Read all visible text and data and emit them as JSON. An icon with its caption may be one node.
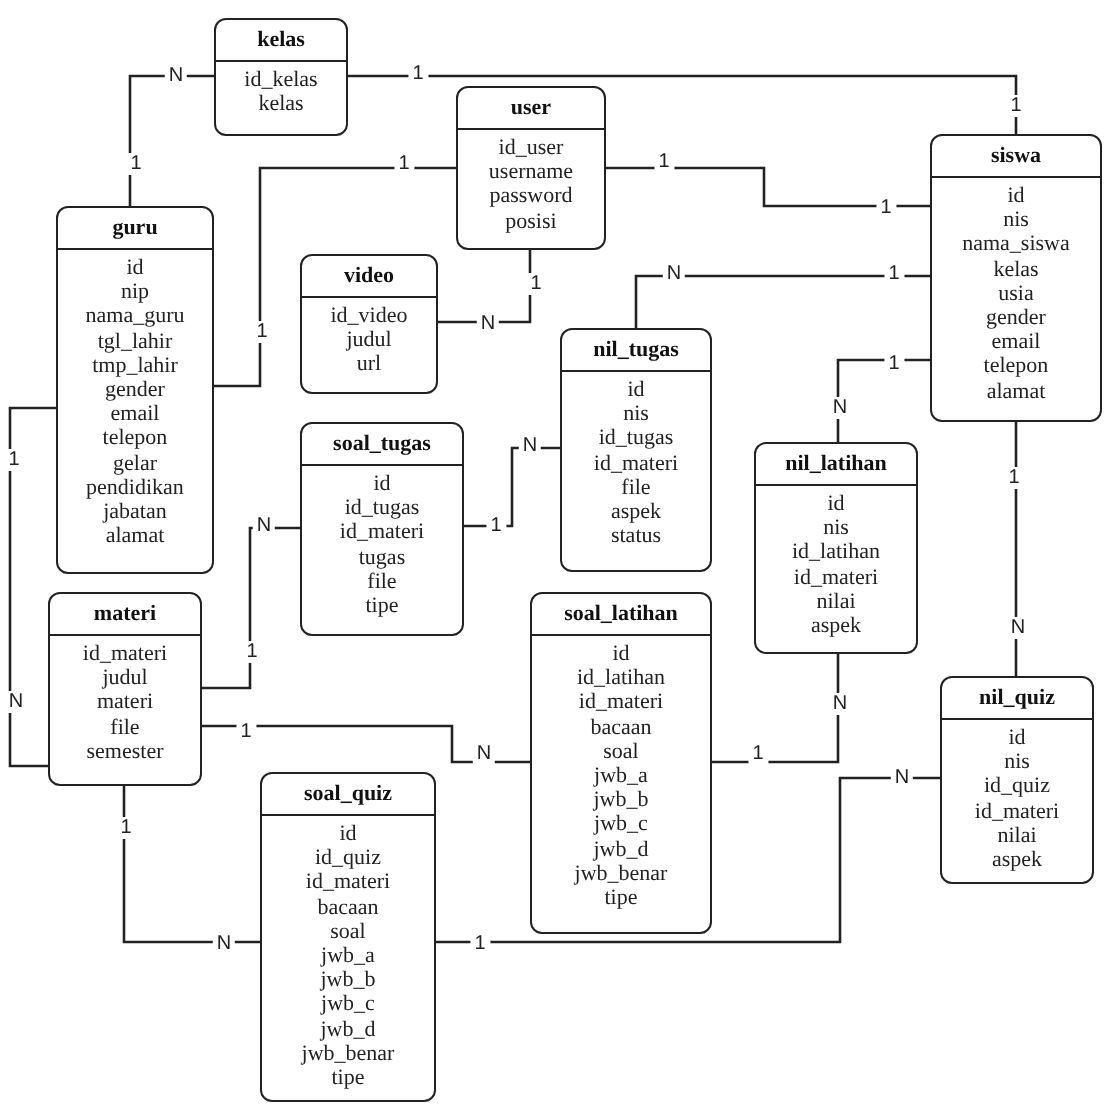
{
  "diagram": {
    "nodes": [
      {
        "text": [
          "kelas",
          "id_kelas",
          "kelas"
        ]
      },
      {
        "text": [
          "user",
          "id_user",
          "username",
          "password",
          "posisi"
        ]
      },
      {
        "text": [
          "siswa",
          "id",
          "nis",
          "nama_siswa",
          "kelas",
          "usia",
          "gender",
          "email",
          "telepon",
          "alamat"
        ]
      },
      {
        "text": [
          "guru",
          "id",
          "nip",
          "nama_guru",
          "tgl_lahir",
          "tmp_lahir",
          "gender",
          "email",
          "telepon",
          "gelar",
          "pendidikan",
          "jabatan",
          "alamat"
        ]
      },
      {
        "text": [
          "video",
          "id_video",
          "judul",
          "url"
        ]
      },
      {
        "text": [
          "nil_tugas",
          "id",
          "nis",
          "id_tugas",
          "id_materi",
          "file",
          "aspek",
          "status"
        ]
      },
      {
        "text": [
          "soal_tugas",
          "id",
          "id_tugas",
          "id_materi",
          "tugas",
          "file",
          "tipe"
        ]
      },
      {
        "text": [
          "nil_latihan",
          "id",
          "nis",
          "id_latihan",
          "id_materi",
          "nilai",
          "aspek"
        ]
      },
      {
        "text": [
          "materi",
          "id_materi",
          "judul",
          "materi",
          "file",
          "semester"
        ]
      },
      {
        "text": [
          "soal_latihan",
          "id",
          "id_latihan",
          "id_materi",
          "bacaan",
          "soal",
          "jwb_a",
          "jwb_b",
          "jwb_c",
          "jwb_d",
          "jwb_benar",
          "tipe"
        ]
      },
      {
        "text": [
          "nil_quiz",
          "id",
          "nis",
          "id_quiz",
          "id_materi",
          "nilai",
          "aspek"
        ]
      },
      {
        "text": [
          "soal_quiz",
          "id",
          "id_quiz",
          "id_materi",
          "bacaan",
          "soal",
          "jwb_a",
          "jwb_b",
          "jwb_c",
          "jwb_d",
          "jwb_benar",
          "tipe"
        ]
      }
    ],
    "edges": [
      {
        "from": 0,
        "to": 3,
        "arrow": "none"
      },
      {
        "from": 0,
        "to": 2,
        "arrow": "none"
      },
      {
        "from": 1,
        "to": 3,
        "arrow": "none"
      },
      {
        "from": 1,
        "to": 2,
        "arrow": "none"
      },
      {
        "from": 1,
        "to": 4,
        "arrow": "none"
      },
      {
        "from": 2,
        "to": 5,
        "arrow": "none"
      },
      {
        "from": 2,
        "to": 7,
        "arrow": "none"
      },
      {
        "from": 2,
        "to": 10,
        "arrow": "none"
      },
      {
        "from": 3,
        "to": 8,
        "arrow": "none"
      },
      {
        "from": 8,
        "to": 6,
        "arrow": "none"
      },
      {
        "from": 6,
        "to": 5,
        "arrow": "none"
      },
      {
        "from": 8,
        "to": 9,
        "arrow": "none"
      },
      {
        "from": 9,
        "to": 7,
        "arrow": "none"
      },
      {
        "from": 8,
        "to": 11,
        "arrow": "none"
      },
      {
        "from": 11,
        "to": 10,
        "arrow": "none"
      }
    ],
    "labels": [
      "N",
      "1",
      "1",
      "1",
      "1",
      "1",
      "1",
      "N",
      "1",
      "1",
      "1",
      "N",
      "1",
      "N",
      "1",
      "N",
      "1",
      "N",
      "1",
      "N",
      "1",
      "N",
      "N",
      "1",
      "N",
      "1",
      "N",
      "1",
      "N",
      "1"
    ]
  }
}
